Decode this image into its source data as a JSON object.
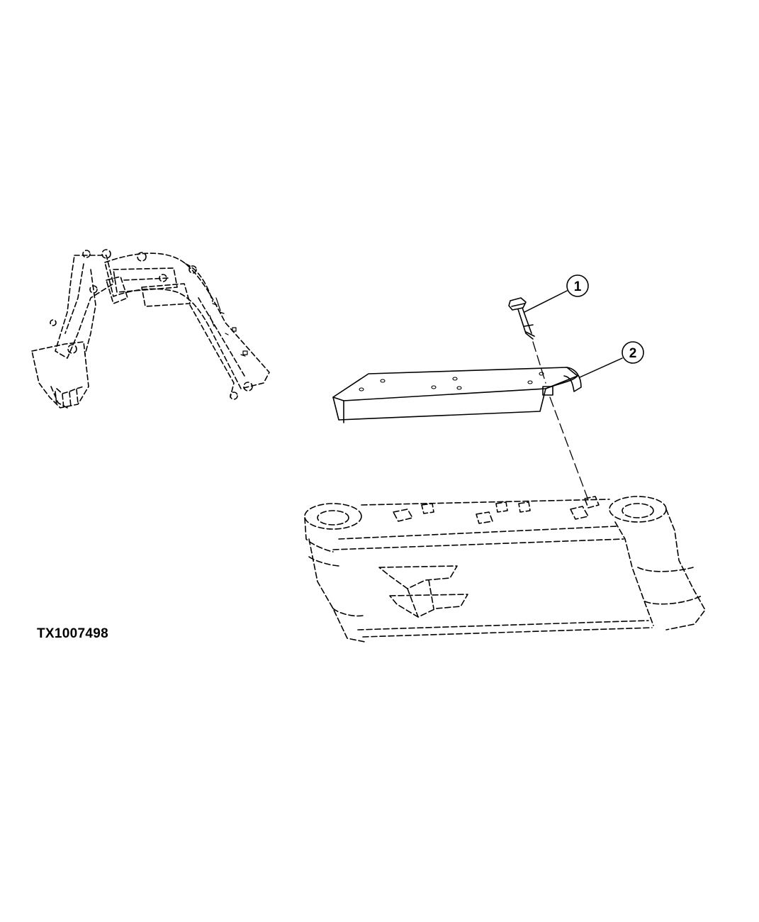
{
  "figure_id": "TX1007498",
  "callouts": [
    {
      "number": "1",
      "icon": "bolt-icon"
    },
    {
      "number": "2",
      "icon": "bracket-guard-icon"
    }
  ],
  "colors": {
    "ink": "#000000",
    "background": "#ffffff"
  }
}
